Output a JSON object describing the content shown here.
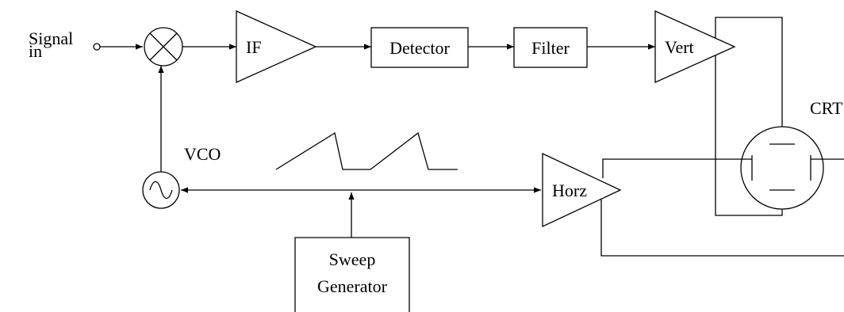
{
  "diagram": {
    "signal_in_line1": "Signal",
    "signal_in_line2": "in",
    "if_label": "IF",
    "detector_label": "Detector",
    "filter_label": "Filter",
    "vert_label": "Vert",
    "horz_label": "Horz",
    "crt_label": "CRT",
    "vco_label": "VCO",
    "sweep_line1": "Sweep",
    "sweep_line2": "Generator"
  }
}
